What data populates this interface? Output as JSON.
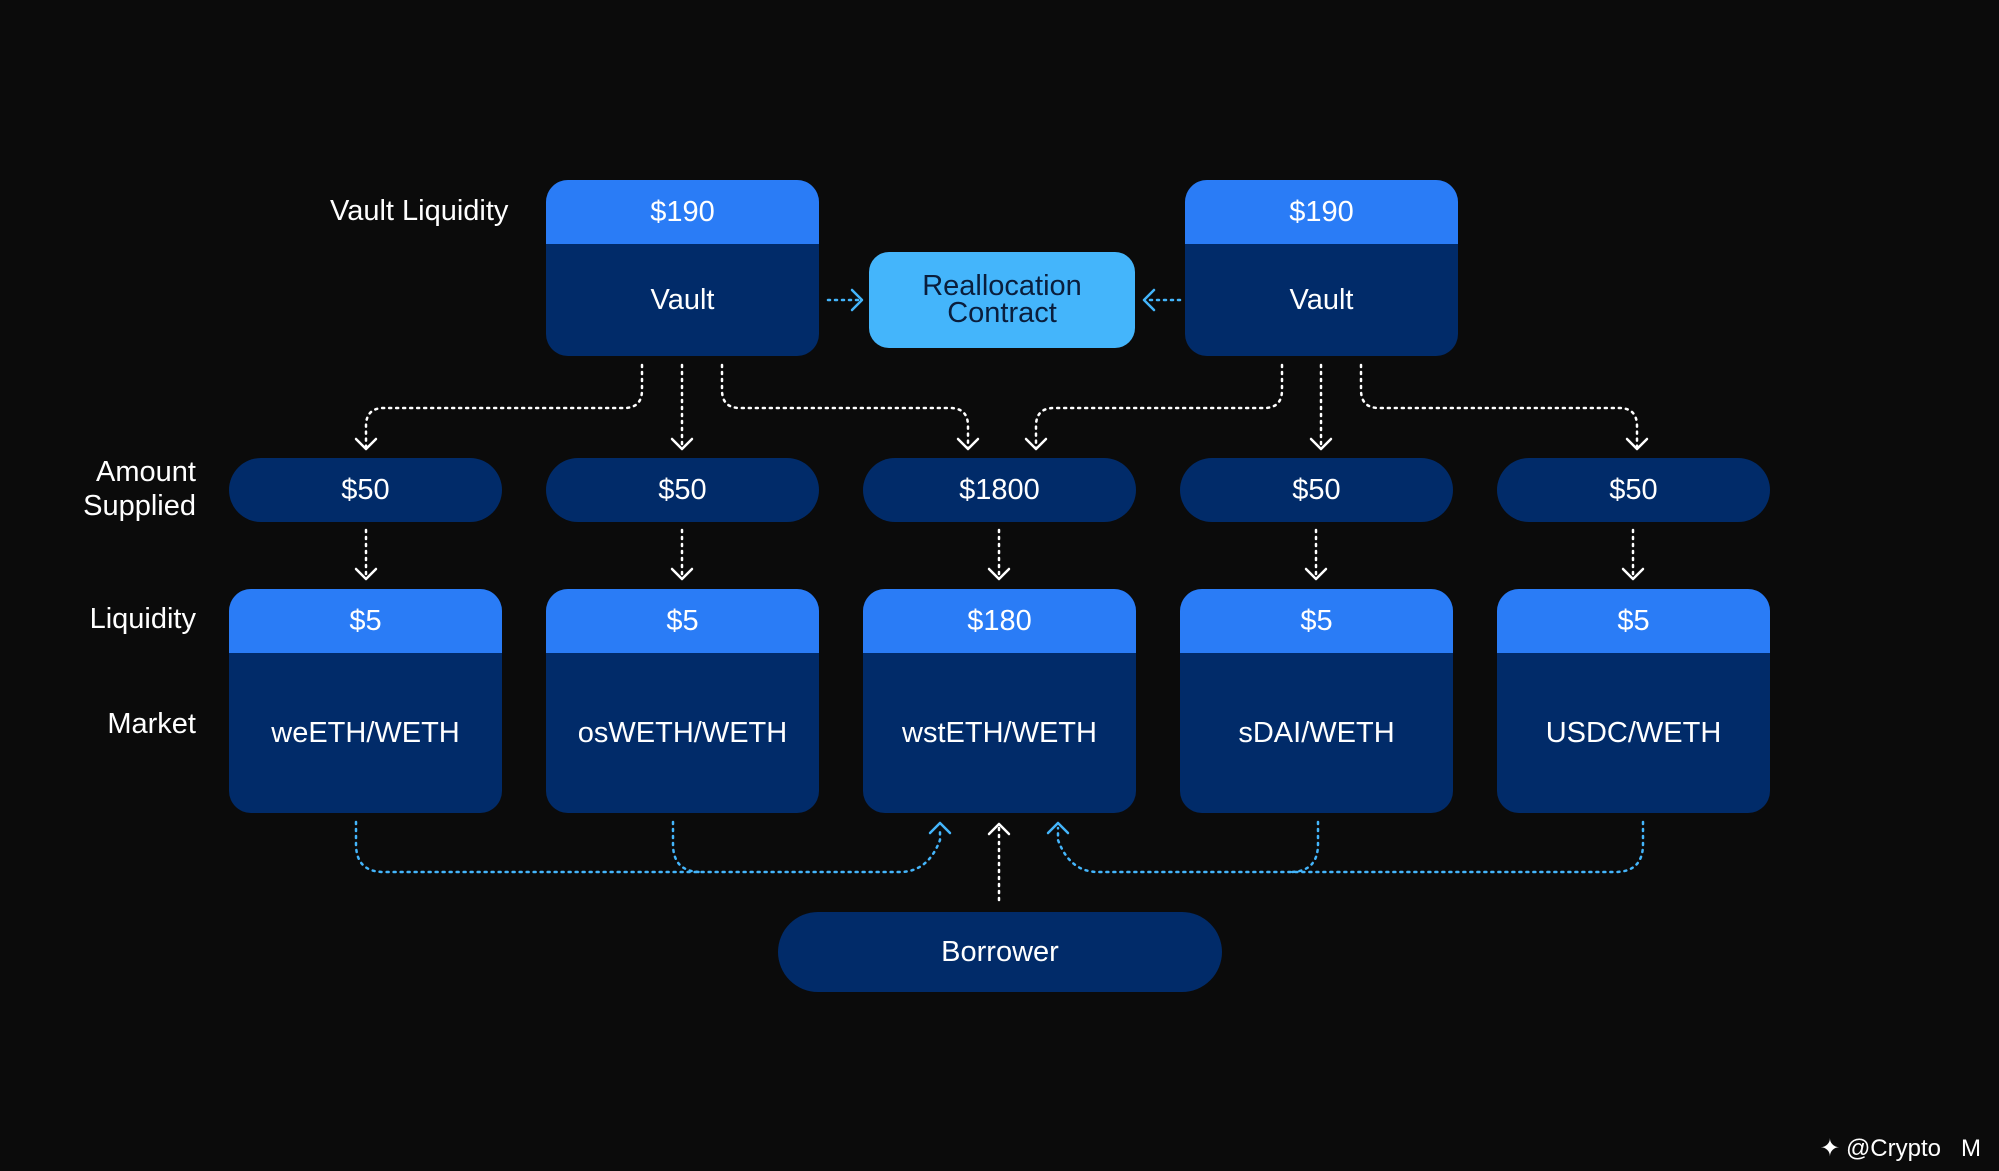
{
  "labels": {
    "vault_liquidity": "Vault Liquidity",
    "amount_supplied_line1": "Amount",
    "amount_supplied_line2": "Supplied",
    "liquidity": "Liquidity",
    "market": "Market"
  },
  "vaults": [
    {
      "liquidity": "$190",
      "label": "Vault"
    },
    {
      "liquidity": "$190",
      "label": "Vault"
    }
  ],
  "reallocation": {
    "line1": "Reallocation",
    "line2": "Contract"
  },
  "supplied": [
    "$50",
    "$50",
    "$1800",
    "$50",
    "$50"
  ],
  "markets": [
    {
      "liquidity": "$5",
      "name": "weETH/WETH"
    },
    {
      "liquidity": "$5",
      "name": "osWETH/WETH"
    },
    {
      "liquidity": "$180",
      "name": "wstETH/WETH"
    },
    {
      "liquidity": "$5",
      "name": "sDAI/WETH"
    },
    {
      "liquidity": "$5",
      "name": "USDC/WETH"
    }
  ],
  "borrower": "Borrower",
  "watermark": {
    "text": "@Crypto",
    "suffix": "M",
    "icon": "binance-square-icon"
  },
  "colors": {
    "background": "#0b0b0b",
    "card_dark": "#012b69",
    "card_header": "#2a7cf6",
    "reallocation": "#44b5fb",
    "arrow_white": "#ffffff",
    "arrow_blue": "#44b5fb"
  }
}
